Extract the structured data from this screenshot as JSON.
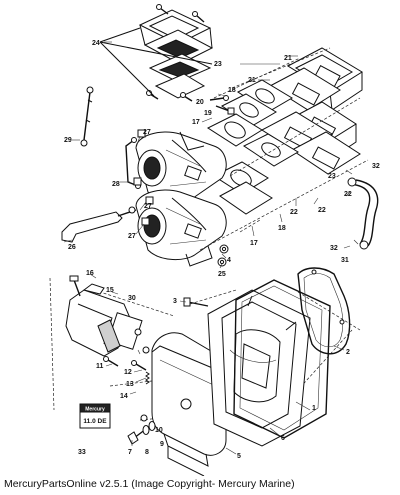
{
  "caption": "MercuryPartsOnline v2.5.1 (Image Copyright- Mercury Marine)",
  "callouts": [
    "1",
    "2",
    "3",
    "4",
    "5",
    "6",
    "7",
    "8",
    "9",
    "10",
    "11",
    "12",
    "13",
    "14",
    "15",
    "16",
    "17",
    "17",
    "18",
    "18",
    "19",
    "20",
    "21",
    "21",
    "22",
    "22",
    "22",
    "23",
    "23",
    "24",
    "25",
    "26",
    "27",
    "27",
    "27",
    "28",
    "29",
    "30",
    "31",
    "32",
    "32",
    "33"
  ],
  "decal_text": {
    "brand": "Mercury",
    "rating": "11.0 DE"
  },
  "colors": {
    "line": "#111111",
    "background": "#ffffff"
  }
}
